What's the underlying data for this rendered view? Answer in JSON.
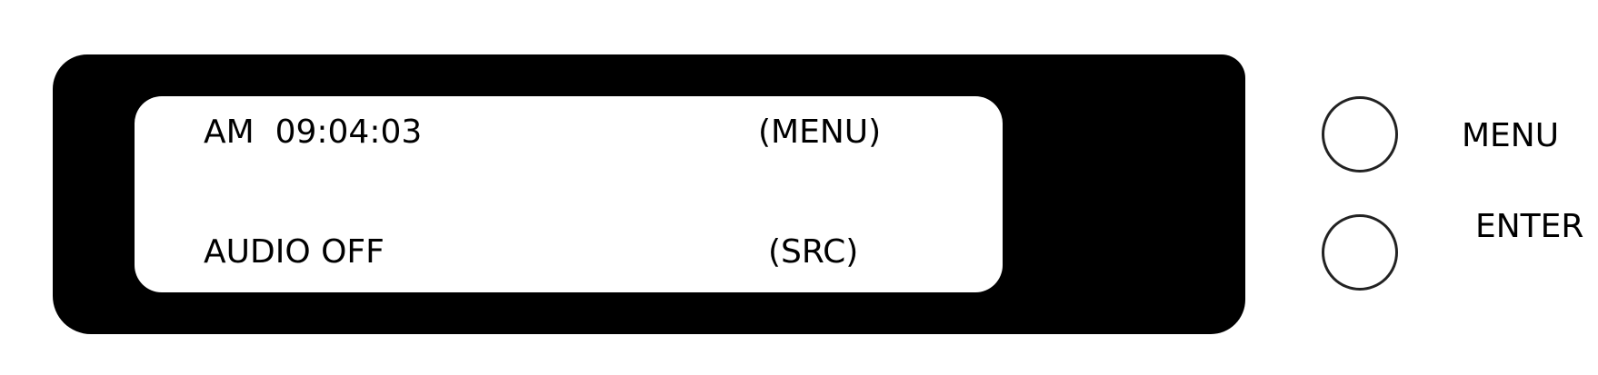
{
  "display": {
    "line1_left": "AM  09:04:03",
    "line1_right": "(MENU)",
    "line2_left": "AUDIO OFF",
    "line2_right": "(SRC)"
  },
  "buttons": {
    "menu_label": "MENU",
    "enter_label": "ENTER"
  },
  "colors": {
    "bezel": "#000000",
    "screen": "#ffffff",
    "button_outline": "#222222"
  }
}
